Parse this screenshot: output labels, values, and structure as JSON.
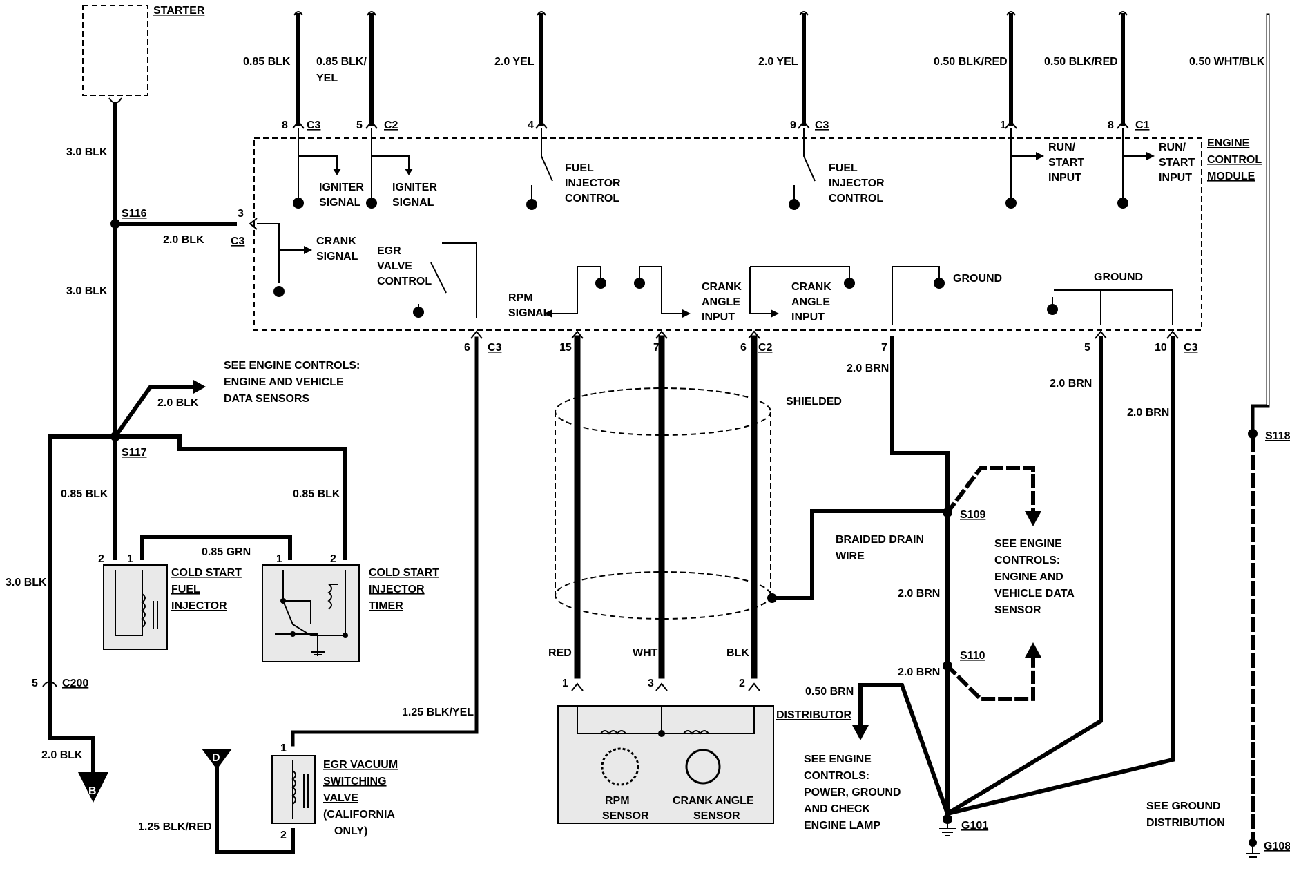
{
  "labels": {
    "starter": "STARTER",
    "ecm_1": "ENGINE",
    "ecm_2": "CONTROL",
    "ecm_3": "MODULE",
    "w_3blk_a": "3.0 BLK",
    "w_3blk_b": "3.0 BLK",
    "w_3blk_c": "3.0 BLK",
    "w_2blk_s116": "2.0 BLK",
    "w_2blk_s117": "2.0 BLK",
    "w_2blk_b": "2.0 BLK",
    "w_085blk_left": "0.85 BLK",
    "w_085blk_right": "0.85 BLK",
    "w_085grn": "0.85 GRN",
    "w_125blkyel": "1.25 BLK/YEL",
    "w_125blkred": "1.25 BLK/RED",
    "w_085blk_top": "0.85 BLK",
    "w_085blkyel_1": "0.85 BLK/",
    "w_085blkyel_2": "YEL",
    "w_20yel_a": "2.0 YEL",
    "w_20yel_b": "2.0 YEL",
    "w_050blkred_a": "0.50 BLK/RED",
    "w_050blkred_b": "0.50 BLK/RED",
    "w_050whtblk": "0.50 WHT/BLK",
    "w_20brn_a": "2.0 BRN",
    "w_20brn_b": "2.0 BRN",
    "w_20brn_c": "2.0 BRN",
    "w_20brn_d": "2.0 BRN",
    "w_20brn_e": "2.0 BRN",
    "w_050brn": "0.50 BRN",
    "red": "RED",
    "wht": "WHT",
    "blk": "BLK",
    "s116": "S116",
    "s117": "S117",
    "s118": "S118",
    "s109": "S109",
    "s110": "S110",
    "c200": "C200",
    "g101": "G101",
    "g108": "G108",
    "igniter_1": "IGNITER",
    "igniter_2": "SIGNAL",
    "fuel_inj_ctrl_1": "FUEL",
    "fuel_inj_ctrl_2": "INJECTOR",
    "fuel_inj_ctrl_3": "CONTROL",
    "run_1": "RUN/",
    "run_2": "START",
    "run_3": "INPUT",
    "crank_sig_1": "CRANK",
    "crank_sig_2": "SIGNAL",
    "egr_ctrl_1": "EGR",
    "egr_ctrl_2": "VALVE",
    "egr_ctrl_3": "CONTROL",
    "rpm_sig_1": "RPM",
    "rpm_sig_2": "SIGNAL",
    "crank_in_1": "CRANK",
    "crank_in_2": "ANGLE",
    "crank_in_3": "INPUT",
    "ground": "GROUND",
    "shielded": "SHIELDED",
    "braided_1": "BRAIDED DRAIN",
    "braided_2": "WIRE",
    "see_sensors_1": "SEE ENGINE CONTROLS:",
    "see_sensors_2": "ENGINE AND VEHICLE",
    "see_sensors_3": "DATA SENSORS",
    "see_sensor_r1": "SEE ENGINE",
    "see_sensor_r2": "CONTROLS:",
    "see_sensor_r3": "ENGINE AND",
    "see_sensor_r4": "VEHICLE DATA",
    "see_sensor_r5": "SENSOR",
    "see_power_1": "SEE ENGINE",
    "see_power_2": "CONTROLS:",
    "see_power_3": "POWER, GROUND",
    "see_power_4": "AND CHECK",
    "see_power_5": "ENGINE LAMP",
    "see_ground_1": "SEE GROUND",
    "see_ground_2": "DISTRIBUTION",
    "cold_inj_1": "COLD START",
    "cold_inj_2": "FUEL",
    "cold_inj_3": "INJECTOR",
    "cold_timer_1": "COLD START",
    "cold_timer_2": "INJECTOR",
    "cold_timer_3": "TIMER",
    "egr_sw_1": "EGR VACUUM",
    "egr_sw_2": "SWITCHING",
    "egr_sw_3": "VALVE",
    "egr_sw_4": "(CALIFORNIA",
    "egr_sw_5": "ONLY)",
    "distributor": "DISTRIBUTOR",
    "rpm_sensor_1": "RPM",
    "rpm_sensor_2": "SENSOR",
    "crank_sensor_1": "CRANK ANGLE",
    "crank_sensor_2": "SENSOR",
    "conn_c3": "C3",
    "conn_c2": "C2",
    "conn_c1": "C1",
    "marker_b": "B",
    "marker_d": "D"
  },
  "pins": {
    "p8": "8",
    "p5": "5",
    "p4": "4",
    "p9": "9",
    "p1": "1",
    "p8b": "8",
    "p3": "3",
    "p6": "6",
    "p15": "15",
    "p7": "7",
    "p6b": "6",
    "p7b": "7",
    "p5b": "5",
    "p10": "10",
    "inj2": "2",
    "inj1": "1",
    "tim1": "1",
    "tim2": "2",
    "c200": "5",
    "egr1": "1",
    "egr2": "2",
    "d1": "1",
    "d3": "3",
    "d2": "2"
  }
}
